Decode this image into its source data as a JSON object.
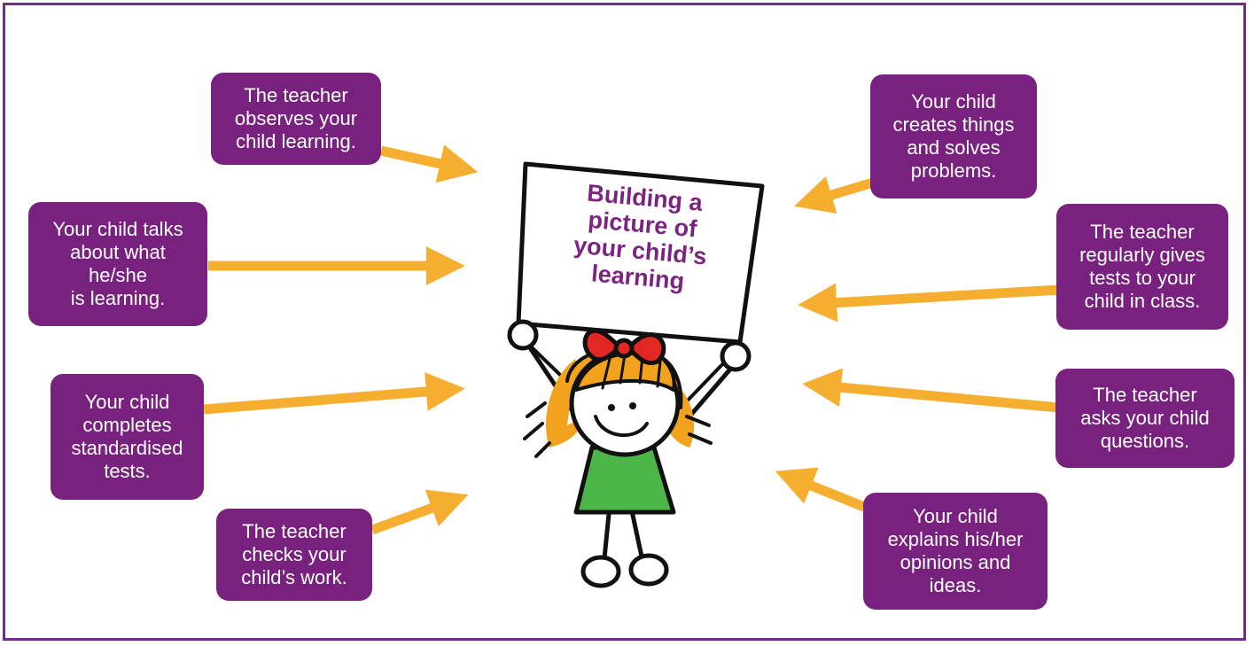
{
  "colors": {
    "purple": "#78217e",
    "border": "#6f2c8e",
    "arrow": "#f5ae2f",
    "bow": "#e32722",
    "dress": "#4cb748",
    "hair": "#f3a21d"
  },
  "sign": {
    "lines": [
      "Building a",
      "picture of",
      "your child’s",
      "learning"
    ]
  },
  "boxes": {
    "observes": "The teacher\nobserves your\nchild learning.",
    "talks": "Your child talks\nabout what\nhe/she\nis learning.",
    "standardised": "Your child\ncompletes\nstandardised\ntests.",
    "checks": "The teacher\nchecks your\nchild’s work.",
    "creates": "Your child\ncreates things\nand solves\nproblems.",
    "tests": "The teacher\nregularly gives\ntests to your\nchild in class.",
    "questions": "The teacher\nasks your child\nquestions.",
    "explains": "Your child\nexplains his/her\nopinions and\nideas."
  }
}
